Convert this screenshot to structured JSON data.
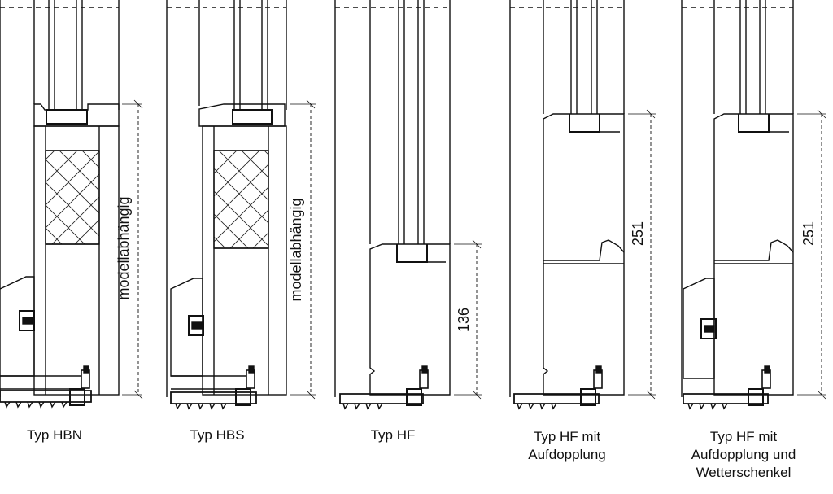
{
  "sections": [
    {
      "id": "hbn",
      "caption": [
        "Typ HBN"
      ],
      "dimension": "modellabhängig"
    },
    {
      "id": "hbs",
      "caption": [
        "Typ HBS"
      ],
      "dimension": "modellabhängig"
    },
    {
      "id": "hf",
      "caption": [
        "Typ HF"
      ],
      "dimension": "136"
    },
    {
      "id": "hf-aufdopplung",
      "caption": [
        "Typ HF mit",
        "Aufdopplung"
      ],
      "dimension": "251"
    },
    {
      "id": "hf-aufdopplung-wetterschenkel",
      "caption": [
        "Typ HF mit",
        "Aufdopplung und",
        "Wetterschenkel"
      ],
      "dimension": "251"
    }
  ],
  "colors": {
    "line": "#111111",
    "dash": "#333333",
    "background": "#ffffff"
  }
}
